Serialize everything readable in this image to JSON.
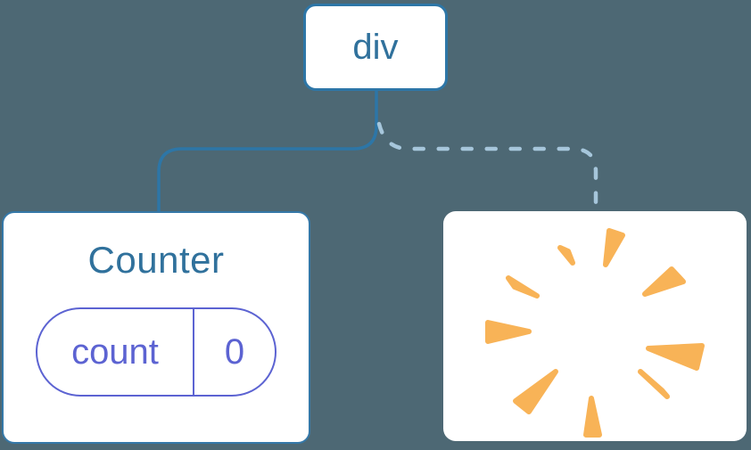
{
  "nodes": {
    "root": {
      "label": "div"
    },
    "counter": {
      "title": "Counter",
      "state": {
        "key": "count",
        "value": "0"
      }
    },
    "removed": {
      "icon": "poof-explosion-icon"
    }
  },
  "connectors": [
    {
      "from": "root",
      "to": "counter",
      "style": "solid"
    },
    {
      "from": "root",
      "to": "removed",
      "style": "dashed"
    }
  ],
  "colors": {
    "background": "#4D6874",
    "card_fill": "#FFFFFF",
    "node_border_blue": "#2D76A7",
    "node_text_blue": "#30719C",
    "state_accent_purple": "#5C63D2",
    "dashed_line_blue": "#A6C6DB",
    "poof_orange": "#F8B357"
  }
}
